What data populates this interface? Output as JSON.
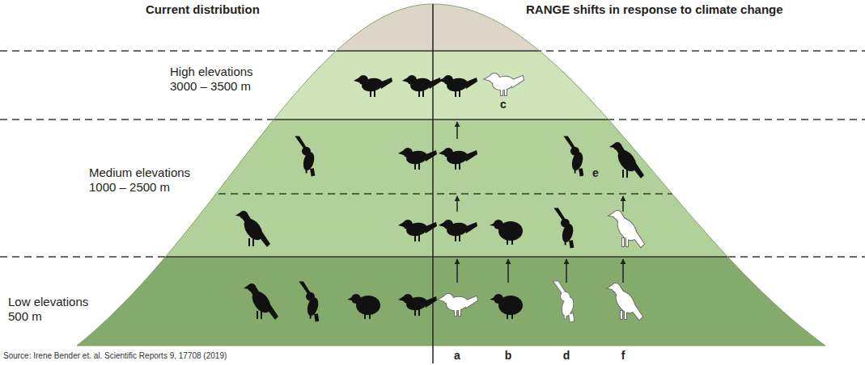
{
  "diagram": {
    "caption": "Source: Irene Bender et. al. Scientific Reports 9, 17708 (2019)",
    "labels": [
      "Current distribution",
      "RANGE shifts in response to climate change",
      "High elevations",
      "3000 – 3500 m",
      "Medium elevations",
      "1000 – 2500 m",
      "Low elevations",
      "500 m",
      "a",
      "b",
      "c",
      "d",
      "e",
      "f"
    ]
  }
}
